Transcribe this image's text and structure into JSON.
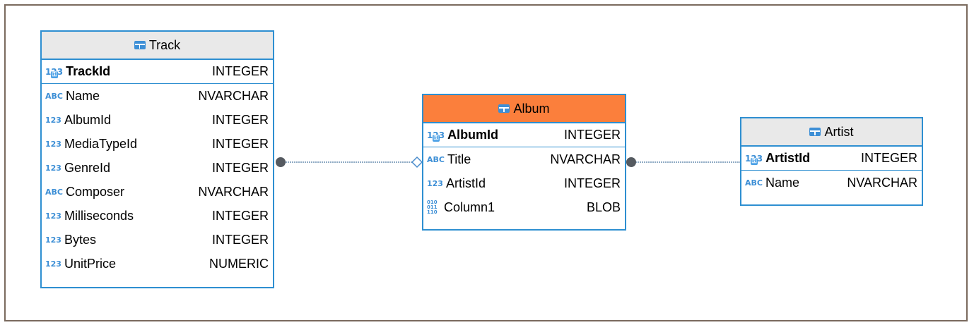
{
  "diagram": {
    "entities": {
      "track": {
        "title": "Track",
        "pk": {
          "name": "TrackId",
          "type": "INTEGER",
          "icon": "123"
        },
        "columns": [
          {
            "name": "Name",
            "type": "NVARCHAR",
            "icon": "ABC"
          },
          {
            "name": "AlbumId",
            "type": "INTEGER",
            "icon": "123"
          },
          {
            "name": "MediaTypeId",
            "type": "INTEGER",
            "icon": "123"
          },
          {
            "name": "GenreId",
            "type": "INTEGER",
            "icon": "123"
          },
          {
            "name": "Composer",
            "type": "NVARCHAR",
            "icon": "ABC"
          },
          {
            "name": "Milliseconds",
            "type": "INTEGER",
            "icon": "123"
          },
          {
            "name": "Bytes",
            "type": "INTEGER",
            "icon": "123"
          },
          {
            "name": "UnitPrice",
            "type": "NUMERIC",
            "icon": "123"
          }
        ]
      },
      "album": {
        "title": "Album",
        "pk": {
          "name": "AlbumId",
          "type": "INTEGER",
          "icon": "123"
        },
        "columns": [
          {
            "name": "Title",
            "type": "NVARCHAR",
            "icon": "ABC"
          },
          {
            "name": "ArtistId",
            "type": "INTEGER",
            "icon": "123"
          },
          {
            "name": "Column1",
            "type": "BLOB",
            "icon": "010"
          }
        ]
      },
      "artist": {
        "title": "Artist",
        "pk": {
          "name": "ArtistId",
          "type": "INTEGER",
          "icon": "123"
        },
        "columns": [
          {
            "name": "Name",
            "type": "NVARCHAR",
            "icon": "ABC"
          }
        ]
      }
    },
    "colors": {
      "border": "#2e8fd1",
      "header": "#e9e9e9",
      "selected_header": "#fb7f3c",
      "connector": "#555a60",
      "frame": "#7a6a5e"
    },
    "icons": {
      "table": "table-icon",
      "primary_key": "primary-key-icon",
      "numeric": "numeric-type-icon",
      "text": "text-type-icon",
      "binary": "binary-type-icon"
    }
  }
}
